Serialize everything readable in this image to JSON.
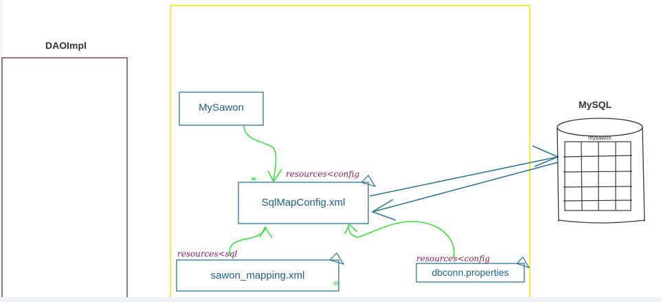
{
  "diagram": {
    "daoimpl": {
      "title": "DAOImpl"
    },
    "mysql": {
      "title": "MySQL",
      "table_label": "mysawon"
    },
    "nodes": {
      "mysawon": "MySawon",
      "sqlmapconfig": "SqlMapConfig.xml",
      "sawon_mapping": "sawon_mapping.xml",
      "dbconn": "dbconn.properties"
    },
    "annotations": {
      "sqlmap_resource": "resources<config",
      "mapping_resource": "resources<sql",
      "dbconn_resource": "resources<config"
    }
  },
  "colors": {
    "node_border": "#2a6f97",
    "node_text": "#1f5f86",
    "container": "#f2ea3c",
    "daoimpl_border": "#6b2b2b",
    "green_arrow": "#3ddc3d",
    "handwriting": "#8a1a5a",
    "dark_text": "#333333"
  }
}
